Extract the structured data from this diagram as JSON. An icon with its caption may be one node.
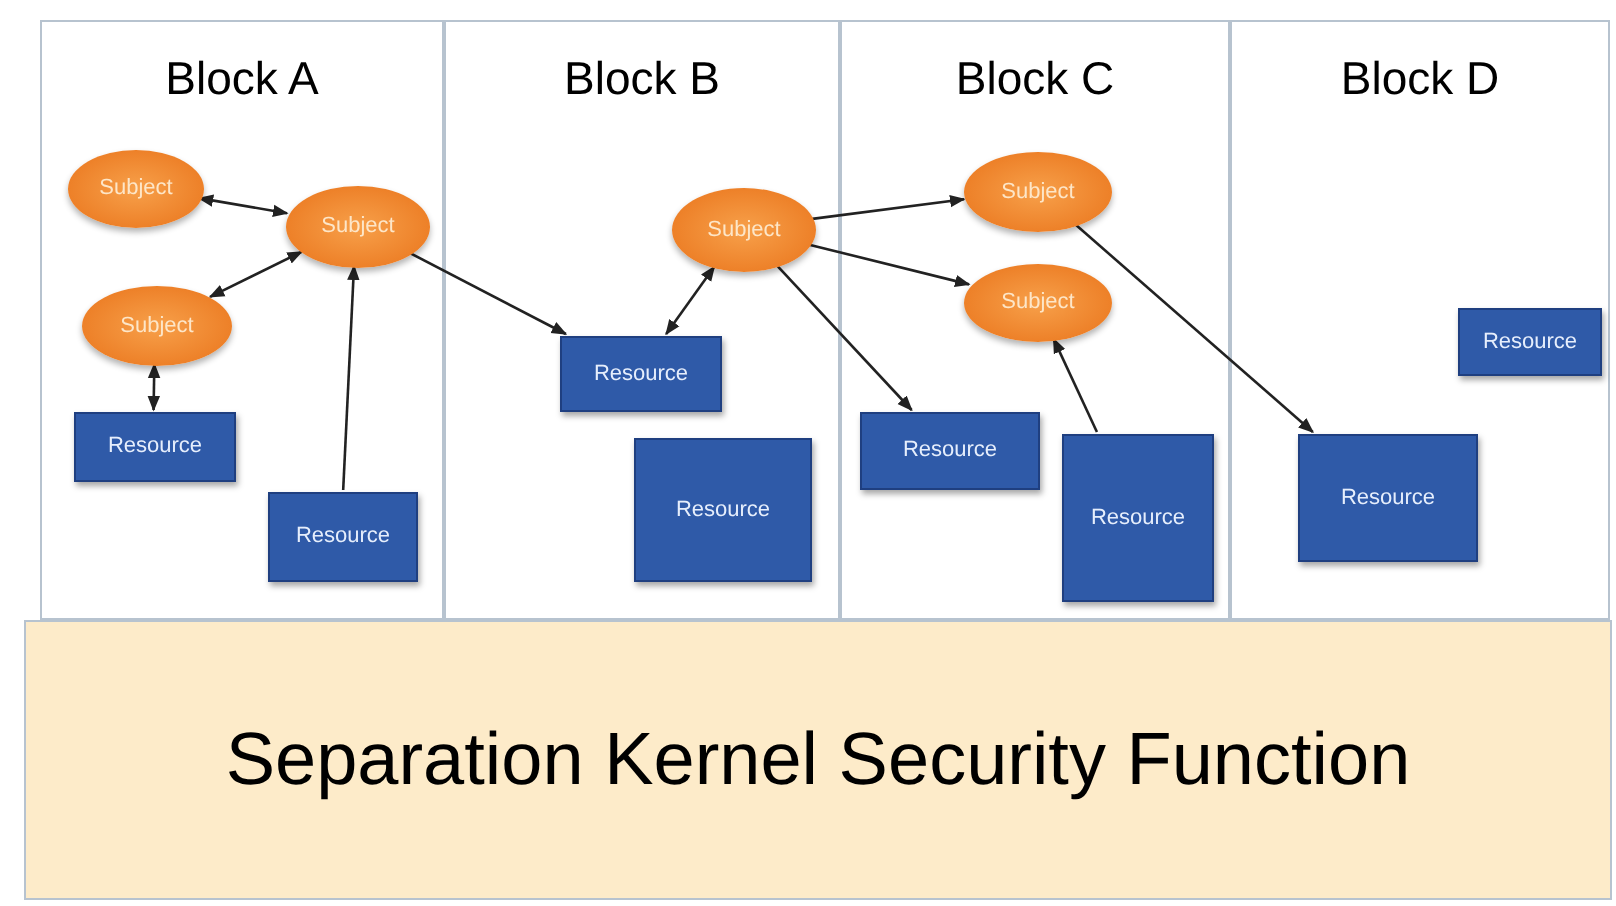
{
  "diagram": {
    "nodes": [
      {
        "text": [
          "Block A"
        ]
      },
      {
        "text": [
          "Subject"
        ],
        "in": 0
      },
      {
        "text": [
          "Subject"
        ],
        "in": 0
      },
      {
        "text": [
          "Subject"
        ],
        "in": 0
      },
      {
        "text": [
          "Resource"
        ],
        "in": 0
      },
      {
        "text": [
          "Resource"
        ],
        "in": 0
      },
      {
        "text": [
          "Block B"
        ]
      },
      {
        "text": [
          "Subject"
        ],
        "in": 6
      },
      {
        "text": [
          "Resource"
        ],
        "in": 6
      },
      {
        "text": [
          "Resource"
        ],
        "in": 6
      },
      {
        "text": [
          "Block C"
        ]
      },
      {
        "text": [
          "Subject"
        ],
        "in": 10
      },
      {
        "text": [
          "Subject"
        ],
        "in": 10
      },
      {
        "text": [
          "Resource"
        ],
        "in": 10
      },
      {
        "text": [
          "Resource"
        ],
        "in": 10
      },
      {
        "text": [
          "Block D"
        ]
      },
      {
        "text": [
          "Resource"
        ],
        "in": 15
      },
      {
        "text": [
          "Resource"
        ],
        "in": 15
      },
      {
        "text": [
          "Separation Kernel Security Function"
        ]
      }
    ],
    "edges": [
      {
        "from": 1,
        "to": 2,
        "arrow": "both"
      },
      {
        "from": 3,
        "to": 2,
        "arrow": "both"
      },
      {
        "from": 3,
        "to": 4,
        "arrow": "both"
      },
      {
        "from": 5,
        "to": 2,
        "arrow": "to"
      },
      {
        "from": 2,
        "to": 8,
        "arrow": "to"
      },
      {
        "from": 7,
        "to": 8,
        "arrow": "both"
      },
      {
        "from": 7,
        "to": 11,
        "arrow": "to"
      },
      {
        "from": 7,
        "to": 12,
        "arrow": "to"
      },
      {
        "from": 7,
        "to": 13,
        "arrow": "to"
      },
      {
        "from": 14,
        "to": 12,
        "arrow": "to"
      },
      {
        "from": 11,
        "to": 17,
        "arrow": "to"
      }
    ]
  }
}
